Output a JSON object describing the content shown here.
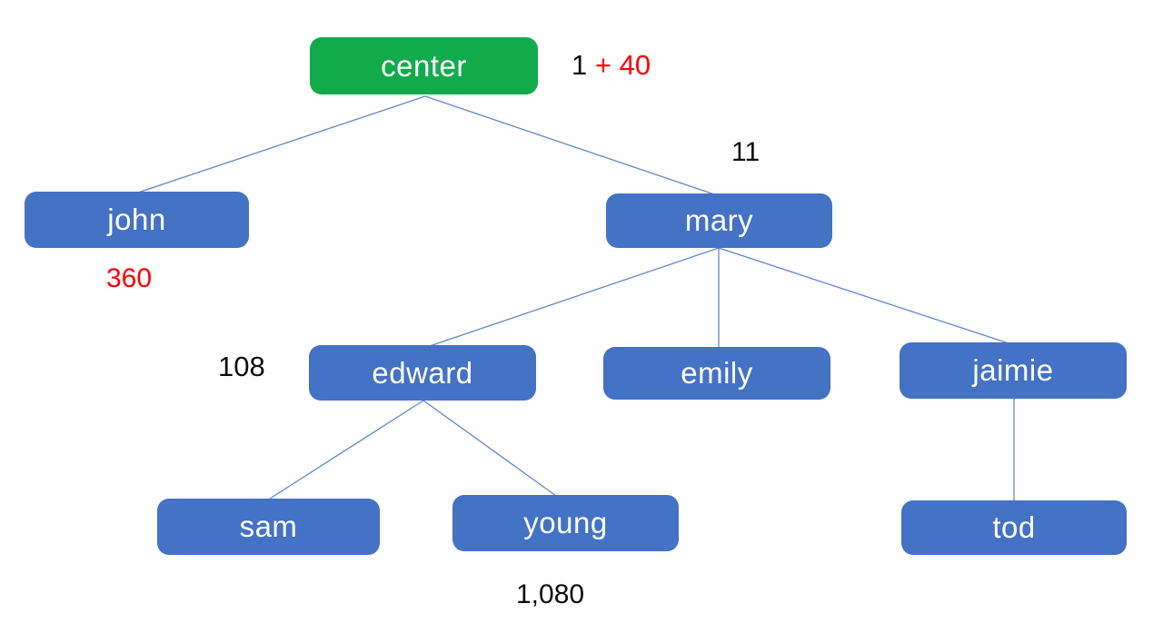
{
  "diagram": {
    "type": "tree",
    "nodes": {
      "center": "center",
      "john": "john",
      "mary": "mary",
      "edward": "edward",
      "emily": "emily",
      "jaimie": "jaimie",
      "sam": "sam",
      "young": "young",
      "tod": "tod"
    },
    "annotations": {
      "center_value_black": "1",
      "center_value_red": "+ 40",
      "john_value": "360",
      "mary_value": "11",
      "edward_value": "108",
      "young_value": "1,080"
    },
    "edges": [
      {
        "from": "center",
        "to": "john"
      },
      {
        "from": "center",
        "to": "mary"
      },
      {
        "from": "mary",
        "to": "edward"
      },
      {
        "from": "mary",
        "to": "emily"
      },
      {
        "from": "mary",
        "to": "jaimie"
      },
      {
        "from": "edward",
        "to": "sam"
      },
      {
        "from": "edward",
        "to": "young"
      },
      {
        "from": "jaimie",
        "to": "tod"
      }
    ],
    "colors": {
      "root_fill": "#12ab4b",
      "node_fill": "#4472c4",
      "edge": "#4472c4",
      "value_red": "#ff0000",
      "value_black": "#0d0d0d",
      "node_text": "#ffffff"
    }
  }
}
